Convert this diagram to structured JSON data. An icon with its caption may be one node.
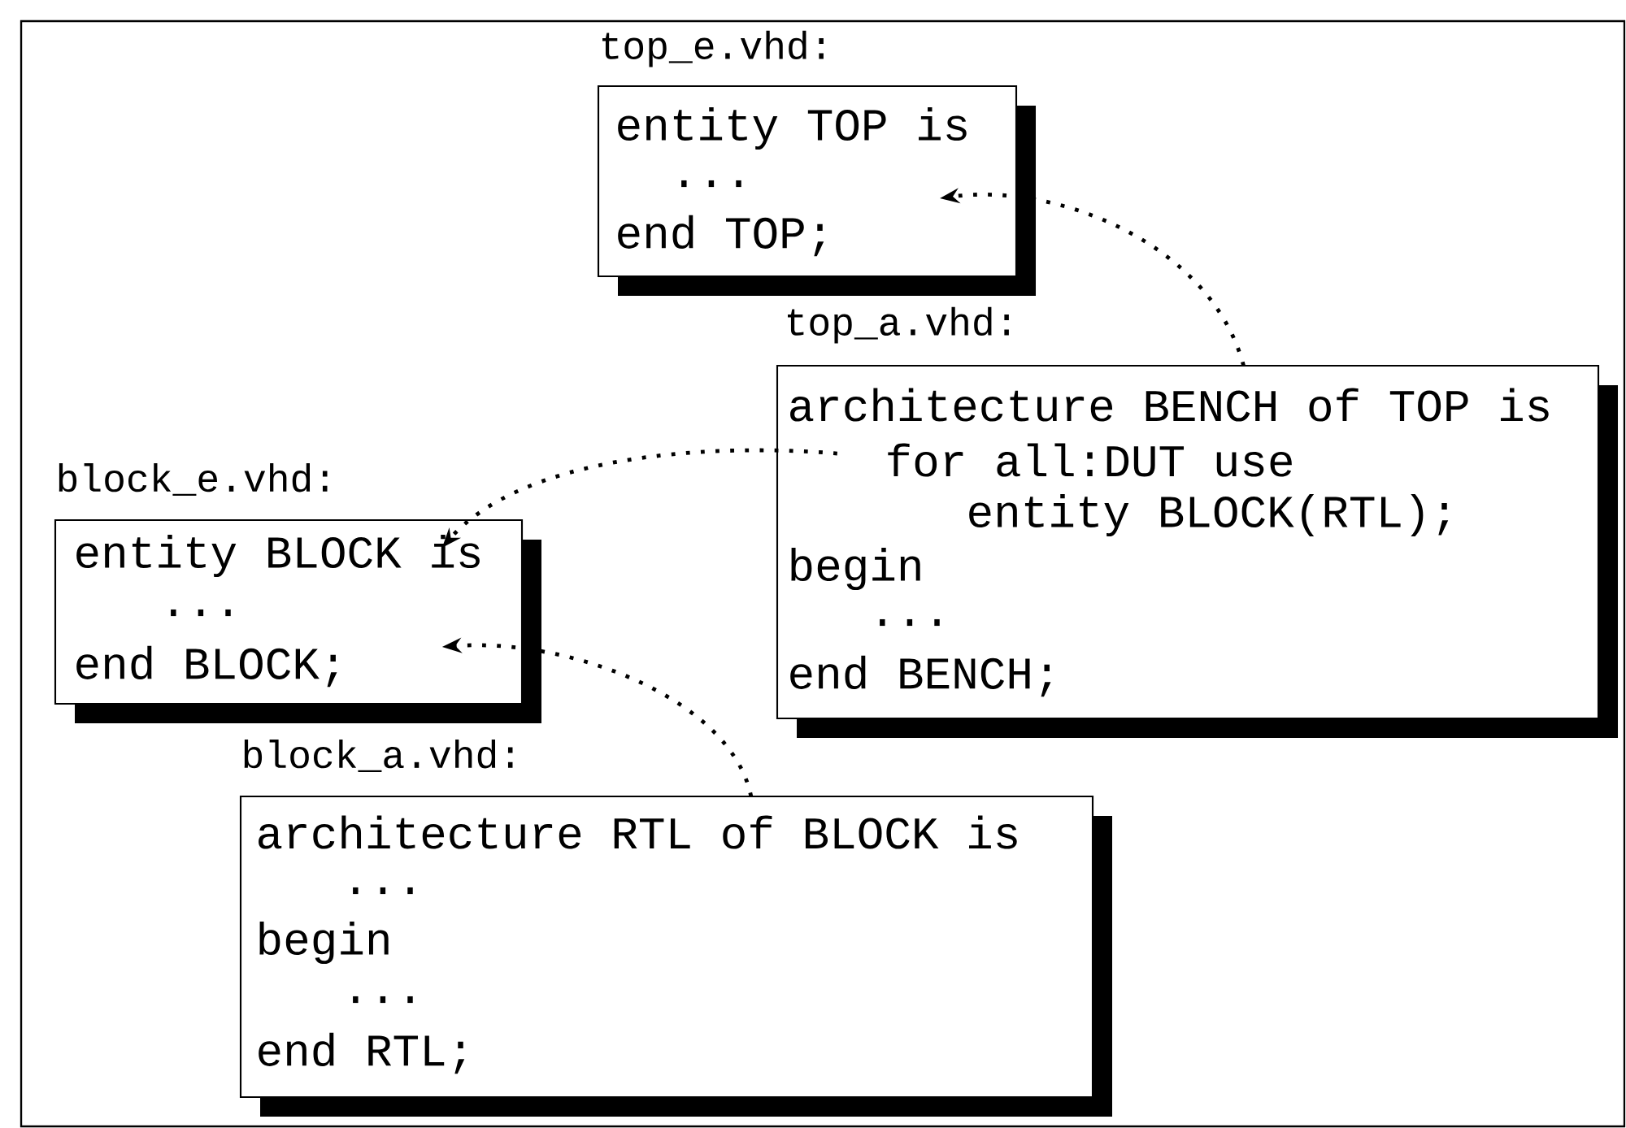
{
  "diagram": {
    "nodes": [
      {
        "text": [
          "top_e.vhd:",
          "entity TOP is",
          "...",
          "end TOP;"
        ]
      },
      {
        "text": [
          "top_a.vhd:",
          "architecture BENCH of TOP is",
          "for all:DUT use",
          "entity BLOCK(RTL);",
          "begin",
          "...",
          "end BENCH;"
        ]
      },
      {
        "text": [
          "block_e.vhd:",
          "entity BLOCK is",
          "...",
          "end BLOCK;"
        ]
      },
      {
        "text": [
          "block_a.vhd:",
          "architecture RTL of BLOCK is",
          "...",
          "begin",
          "...",
          "end RTL;"
        ]
      }
    ],
    "edges": [
      {
        "from": 1,
        "to": 0,
        "arrow": "to"
      },
      {
        "from": 1,
        "to": 2,
        "arrow": "to"
      },
      {
        "from": 3,
        "to": 2,
        "arrow": "to"
      }
    ]
  }
}
